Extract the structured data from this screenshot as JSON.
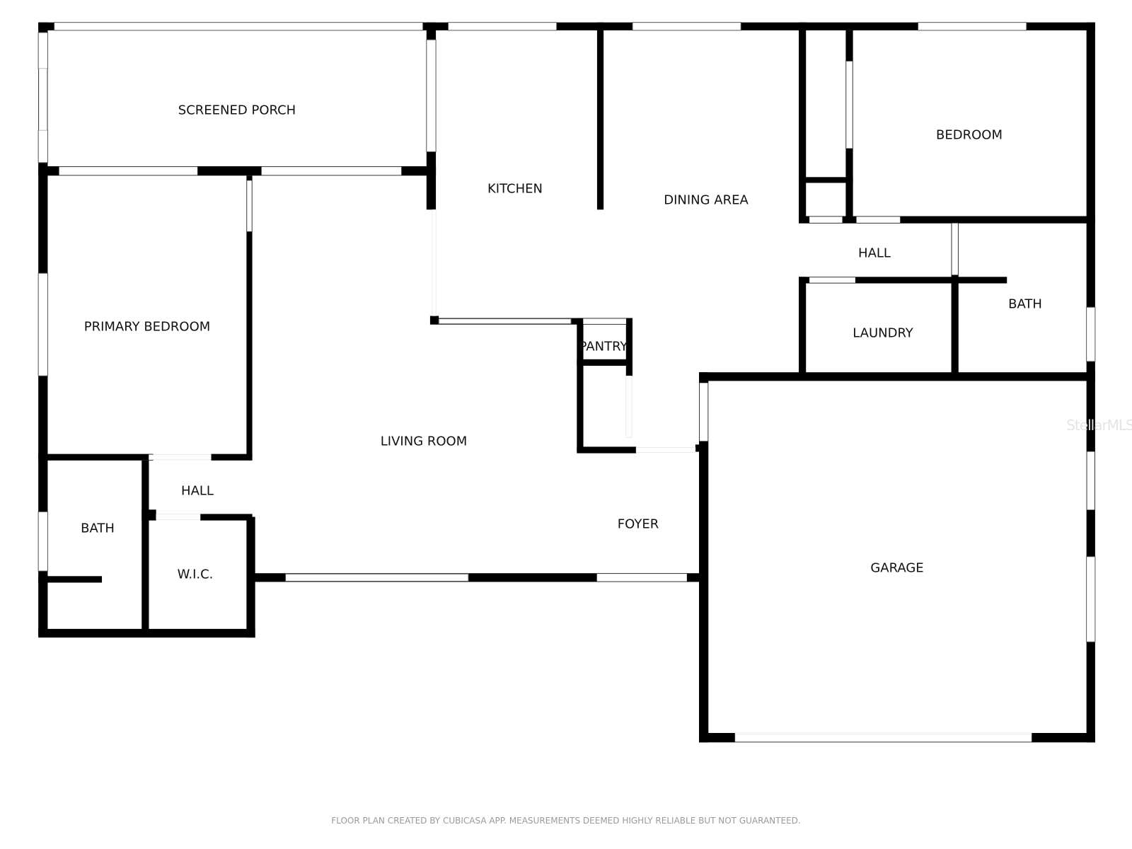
{
  "rooms": {
    "screened_porch": "SCREENED PORCH",
    "kitchen": "KITCHEN",
    "dining_area": "DINING AREA",
    "bedroom": "BEDROOM",
    "hall_upper": "HALL",
    "bath_right": "BATH",
    "laundry": "LAUNDRY",
    "pantry": "PANTRY",
    "primary_bedroom": "PRIMARY BEDROOM",
    "living_room": "LIVING ROOM",
    "hall_lower": "HALL",
    "bath_left": "BATH",
    "wic": "W.I.C.",
    "foyer": "FOYER",
    "garage": "GARAGE"
  },
  "watermark": "StellarMLS",
  "footer": "FLOOR PLAN CREATED BY CUBICASA APP. MEASUREMENTS DEEMED HIGHLY RELIABLE BUT NOT GUARANTEED.",
  "colors": {
    "wall": "#000000",
    "window": "#ffffff",
    "background": "#ffffff"
  }
}
